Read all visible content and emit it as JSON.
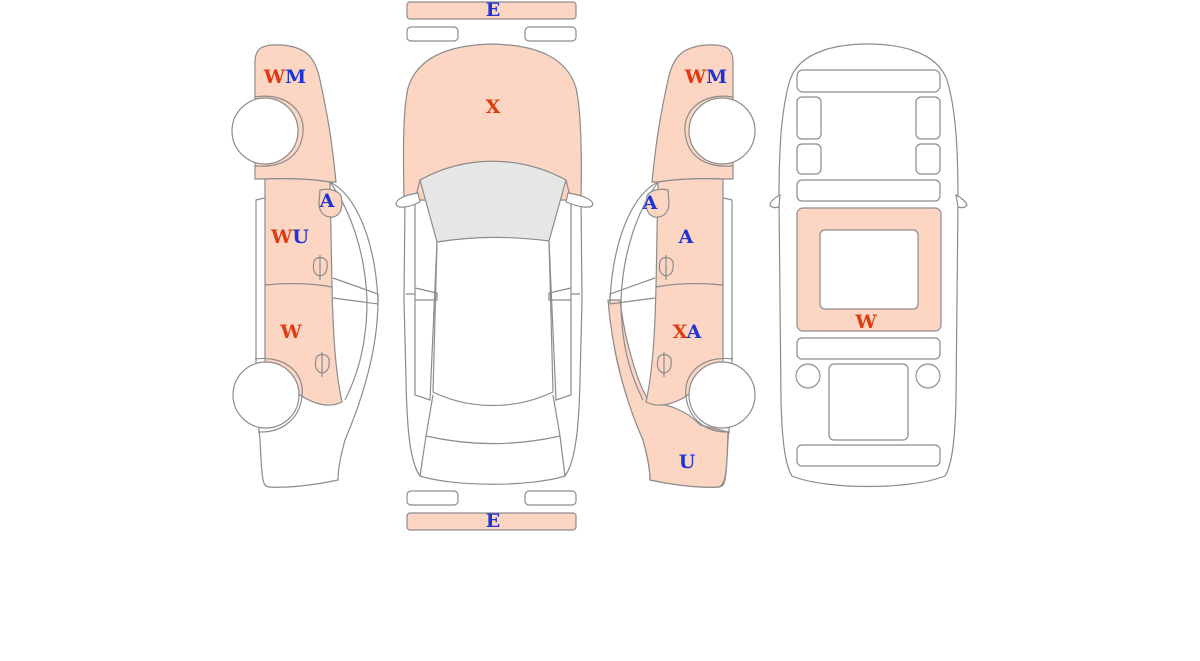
{
  "colors": {
    "damage_fill": "#fcd5c3",
    "glass_fill": "#e6e6e6",
    "outline": "#8c8c8c",
    "code_red": "#e03a10",
    "code_blue": "#1e35d2"
  },
  "codes": {
    "front_bumper": "E",
    "rear_bumper": "E",
    "hood": "X",
    "left_front_fender": [
      {
        "ch": "W",
        "color": "red"
      },
      {
        "ch": "M",
        "color": "blue"
      }
    ],
    "left_mirror": "A",
    "left_front_door": [
      {
        "ch": "W",
        "color": "red"
      },
      {
        "ch": "U",
        "color": "blue"
      }
    ],
    "left_rear_door": "W",
    "right_front_fender": [
      {
        "ch": "W",
        "color": "red"
      },
      {
        "ch": "M",
        "color": "blue"
      }
    ],
    "right_mirror": "A",
    "right_front_door": "A",
    "right_rear_door": [
      {
        "ch": "X",
        "color": "red"
      },
      {
        "ch": "A",
        "color": "blue"
      }
    ],
    "right_rear_quarter": "U",
    "roof": "W"
  }
}
